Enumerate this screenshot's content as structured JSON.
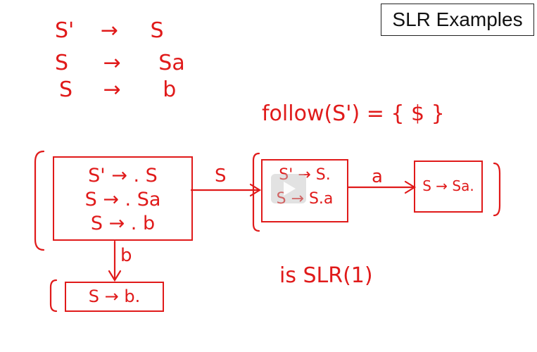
{
  "title": "SLR Examples",
  "grammar": [
    {
      "lhs": "S'",
      "arrow": "→",
      "rhs": "S"
    },
    {
      "lhs": "S",
      "arrow": "→",
      "rhs": "Sa"
    },
    {
      "lhs": "S",
      "arrow": "→",
      "rhs": "b"
    }
  ],
  "follow_note": "follow(S') = { $ }",
  "states": {
    "state0": [
      "S' → . S",
      "S → . Sa",
      "S → . b"
    ],
    "state1": [
      "S' → S.",
      "S → S.a"
    ],
    "state2": [
      "S → Sa."
    ],
    "state3": [
      "S → b."
    ]
  },
  "transitions": {
    "s": "S",
    "a": "a",
    "b": "b"
  },
  "conclusion": "is SLR(1)",
  "colors": {
    "ink": "#e01a1a",
    "title_border": "#222222"
  },
  "icons": {
    "overlay": "play-icon"
  }
}
